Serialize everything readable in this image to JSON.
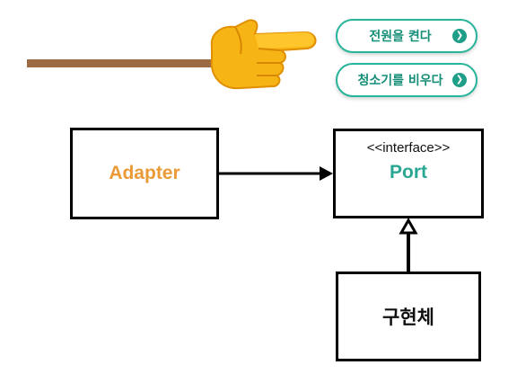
{
  "buttons": [
    {
      "label": "전원을 켠다",
      "icon": "chevron-right-icon"
    },
    {
      "label": "청소기를 비우다",
      "icon": "chevron-right-icon"
    }
  ],
  "pointer": {
    "icon": "pointing-hand-icon"
  },
  "diagram": {
    "adapter": {
      "name": "Adapter"
    },
    "port": {
      "stereotype": "<<interface>>",
      "name": "Port"
    },
    "implementation": {
      "name": "구현체"
    }
  },
  "colors": {
    "teal": "#26b49a",
    "adapter_text": "#ea9a36",
    "port_text": "#2aa792",
    "stick": "#9c6b43"
  }
}
